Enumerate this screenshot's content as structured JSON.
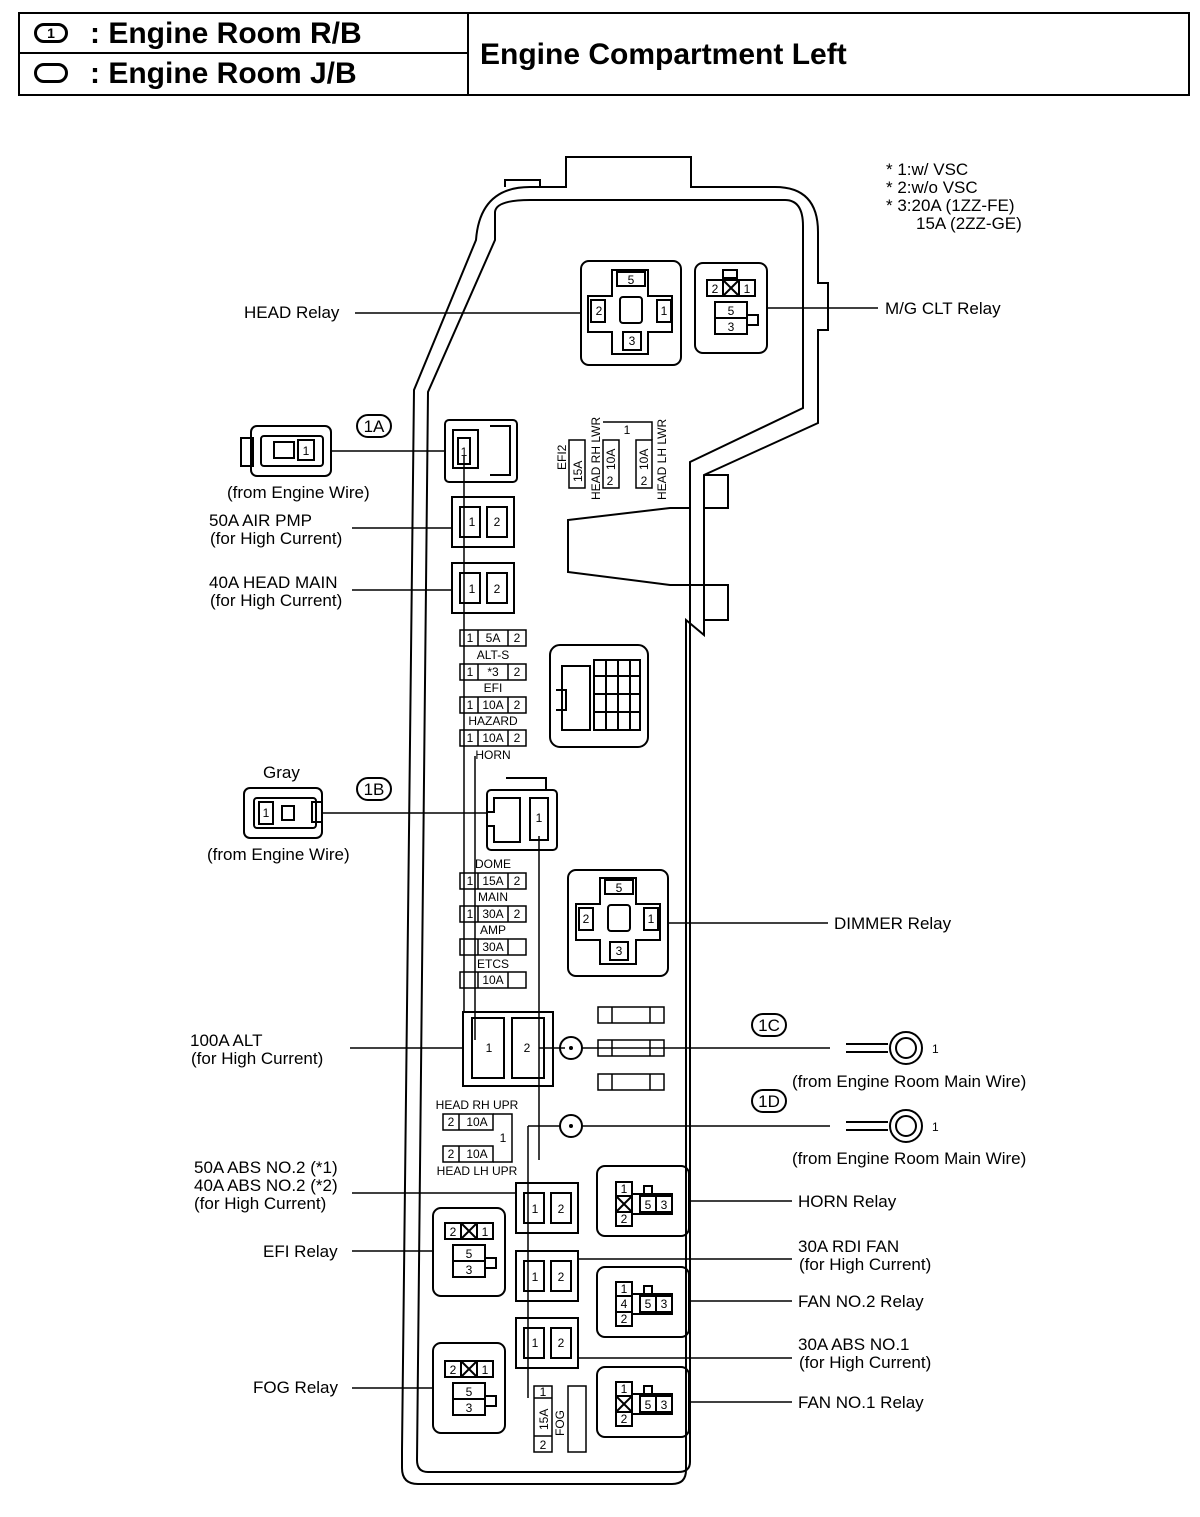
{
  "header": {
    "relay_block_symbol": "1",
    "relay_block_label": ": Engine Room R/B",
    "junction_block_label": ": Engine Room J/B",
    "title": "Engine Compartment Left"
  },
  "notes": [
    "* 1:w/ VSC",
    "* 2:w/o VSC",
    "* 3:20A (1ZZ-FE)",
    "15A (2ZZ-GE)"
  ],
  "labels": {
    "head_relay": "HEAD Relay",
    "mg_clt_relay": "M/G CLT Relay",
    "conn_1a": "1A",
    "conn_1b": "1B",
    "conn_1c": "1C",
    "conn_1d": "1D",
    "from_engine_wire": "(from Engine Wire)",
    "gray": "Gray",
    "air_pmp": "50A AIR PMP",
    "for_high_current": "(for High Current)",
    "head_main": "40A HEAD MAIN",
    "dimmer_relay": "DIMMER Relay",
    "alt": "100A ALT",
    "from_engine_room_main_wire": "(from Engine Room Main Wire)",
    "abs2_a": "50A ABS NO.2 (*1)",
    "abs2_b": "40A ABS NO.2 (*2)",
    "horn_relay": "HORN Relay",
    "efi_relay": "EFI Relay",
    "rdi_fan": "30A RDI FAN",
    "fan2_relay": "FAN NO.2 Relay",
    "abs1": "30A ABS NO.1",
    "fog_relay": "FOG Relay",
    "fan1_relay": "FAN NO.1 Relay"
  },
  "fuse_labels": {
    "alt_s": "ALT-S",
    "efi": "EFI",
    "hazard": "HAZARD",
    "horn": "HORN",
    "dome": "DOME",
    "main": "MAIN",
    "amp": "AMP",
    "etcs": "ETCS",
    "head_rh_upr": "HEAD RH UPR",
    "head_lh_upr": "HEAD LH UPR",
    "efi2": "EFI2",
    "head_rh_lwr": "HEAD RH LWR",
    "head_lh_lwr": "HEAD LH LWR",
    "fog": "FOG"
  },
  "fuse_ratings": {
    "five": "5A",
    "star3": "*3",
    "ten": "10A",
    "fifteen": "15A",
    "thirty": "30A"
  },
  "pins": {
    "p1": "1",
    "p2": "2",
    "p3": "3",
    "p4": "4",
    "p5": "5"
  }
}
